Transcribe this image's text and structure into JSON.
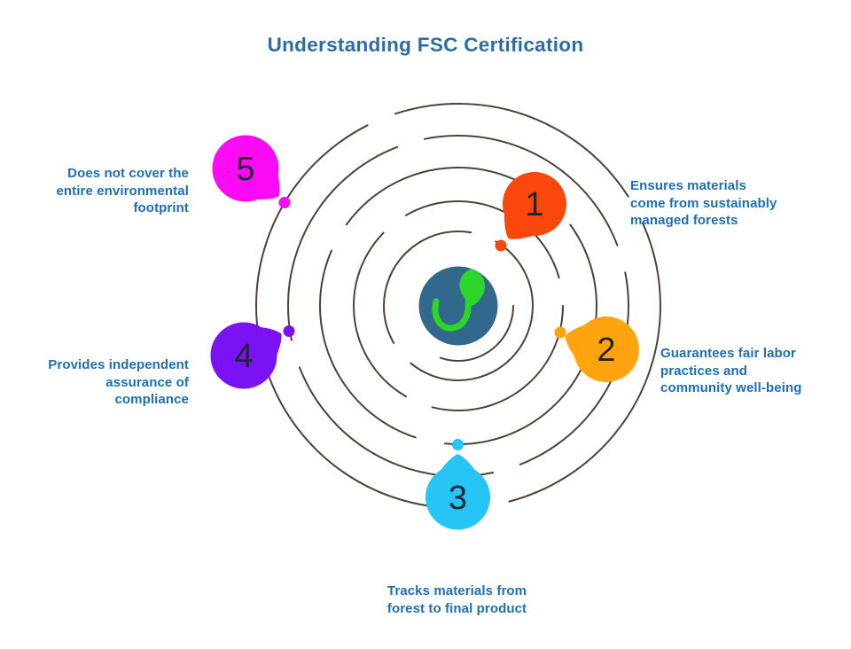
{
  "title": {
    "text": "Understanding FSC Certification"
  },
  "theme": {
    "background": "#ffffff",
    "title_color": "#2d6ba4",
    "body_text_color": "#1b6fb7",
    "number_color": "#20262e",
    "spiral_color": "#4a4437",
    "center_circle_color": "#32688b",
    "center_ring_color": "#ffffff",
    "leaf_color": "#2cd62a"
  },
  "center": {
    "icon": "leaf-sprout-icon"
  },
  "steps": [
    {
      "number": "1",
      "color": "#fa470b",
      "description": "Ensures materials\ncome from sustainably\nmanaged forests"
    },
    {
      "number": "2",
      "color": "#ffa30f",
      "description": "Guarantees fair labor\npractices and\ncommunity well-being"
    },
    {
      "number": "3",
      "color": "#27c5f6",
      "description": "Tracks materials from\nforest to final product"
    },
    {
      "number": "4",
      "color": "#7b12f3",
      "description": "Provides independent\nassurance of\ncompliance"
    },
    {
      "number": "5",
      "color": "#fb0bf3",
      "description": "Does not cover the\nentire environmental\nfootprint"
    }
  ]
}
